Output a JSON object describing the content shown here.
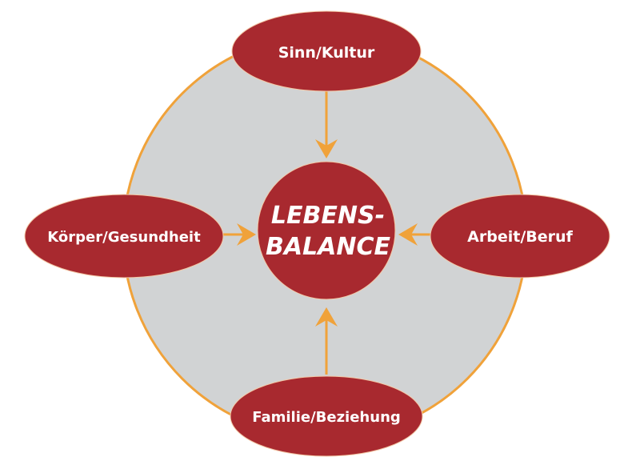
{
  "colors": {
    "node": "#a8292f",
    "ring_fill": "#d1d3d4",
    "ring_stroke": "#f0a23a",
    "arrow": "#f0a23a",
    "text": "#ffffff"
  },
  "center": {
    "line1": "LEBENS-",
    "line2": "BALANCE"
  },
  "nodes": {
    "top": "Sinn/Kultur",
    "left": "Körper/Gesundheit",
    "right": "Arbeit/Beruf",
    "bottom": "Familie/Beziehung"
  }
}
